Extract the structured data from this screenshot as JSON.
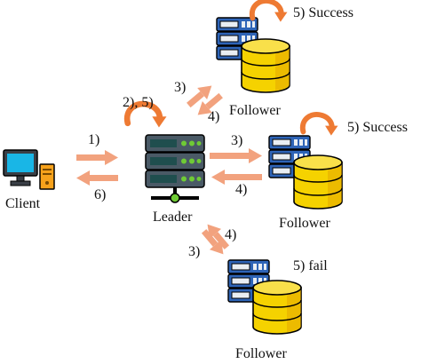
{
  "colors": {
    "arrow": "#F2A27E",
    "loop": "#EE7A33",
    "server_blue": "#2E64B7",
    "server_dark": "#4A5A66",
    "server_light": "#E9EEF3",
    "db_yellow": "#F5D200",
    "db_shadow": "#E4A800",
    "led_green": "#6FCB35",
    "leader_teal": "#1F4E4E",
    "monitor_screen": "#19B6E6",
    "tower_orange": "#F7A21B"
  },
  "nodes": {
    "client": {
      "label": "Client",
      "icon": "desktop-computer-icon"
    },
    "leader": {
      "label": "Leader",
      "icon": "server-rack-icon"
    },
    "follower_top": {
      "label": "Follower",
      "status": "5) Success",
      "icon": "server-database-icon"
    },
    "follower_right": {
      "label": "Follower",
      "status": "5) Success",
      "icon": "server-database-icon"
    },
    "follower_bottom": {
      "label": "Follower",
      "status": "5) fail",
      "icon": "server-database-icon"
    }
  },
  "edges": {
    "client_request": "1)",
    "client_response": "6)",
    "leader_self": "2), 5)",
    "top_send": "3)",
    "top_ack": "4)",
    "right_send": "3)",
    "right_ack": "4)",
    "bottom_send": "3)",
    "bottom_ack": "4)"
  }
}
